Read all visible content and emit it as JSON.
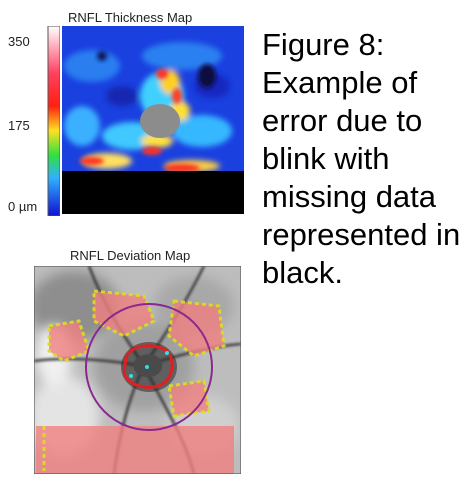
{
  "thickness_map": {
    "title": "RNFL Thickness Map",
    "scale_labels": {
      "top": "350",
      "middle": "175",
      "bottom": "0 µm"
    }
  },
  "deviation_map": {
    "title": "RNFL Deviation Map"
  },
  "caption": {
    "lines": [
      "Figure 8:",
      "Example of",
      "error due to",
      "blink with",
      "missing data",
      "represented in",
      "black."
    ]
  },
  "colors": {
    "missing_data": "#000000",
    "heatmap_low": "#1838e8",
    "heatmap_mid": "#40c8ff",
    "heatmap_high": "#ff3020",
    "deviation_fill": "#f08080",
    "deviation_border": "#d8e020",
    "disc_circle": "#8a2890",
    "cup_outline": "#e02020"
  }
}
